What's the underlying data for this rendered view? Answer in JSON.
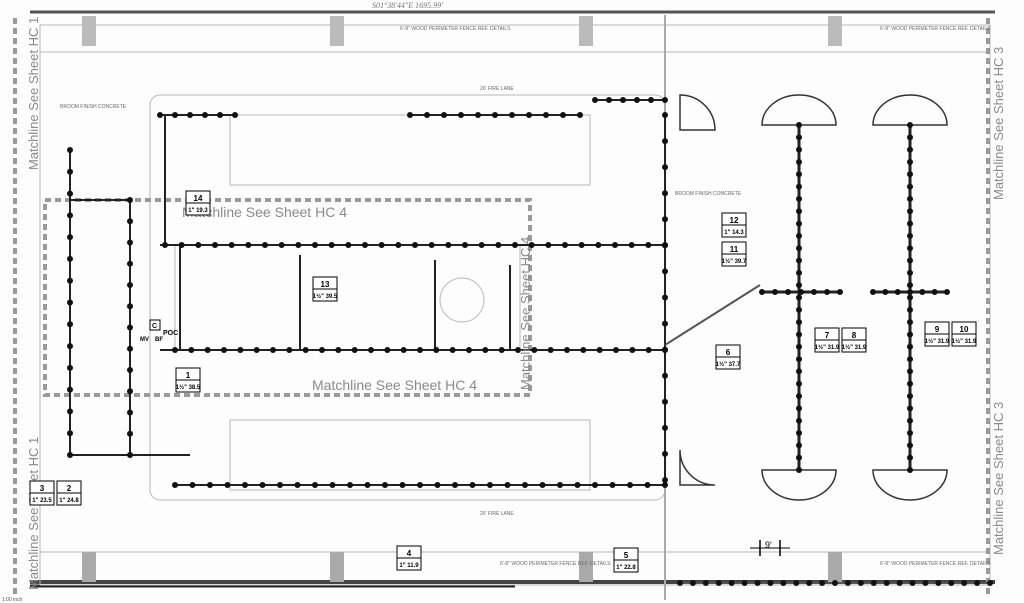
{
  "title_bearing": "S01°38'44\"E     1695.99'",
  "matchlines": {
    "top_left": "Matchline See Sheet HC 4",
    "bottom_center": "Matchline See Sheet HC 4",
    "center_vertical": "Matchline See Sheet HC 4",
    "left_vertical": "Matchline See Sheet HC 1",
    "left_vertical_top": "Matchline See Sheet HC 1",
    "right_top": "Matchline See Sheet HC 3",
    "right_bottom": "Matchline See Sheet HC 3"
  },
  "notes": {
    "fence": "6'-8\" WOOD PERIMETER FENCE REF. DETAILS",
    "fire_lane": "26' FIRE LANE",
    "broom": "BROOM FINISH CONCRETE",
    "dimension_9": "9'",
    "scale": "1:00 inch"
  },
  "labels": {
    "poc": "POC",
    "bf": "BF",
    "mv": "MV",
    "c": "C"
  },
  "zone_tags": [
    {
      "num": "1",
      "size": "1½\"",
      "gpm": "38.5"
    },
    {
      "num": "2",
      "size": "1\"",
      "gpm": "24.8"
    },
    {
      "num": "3",
      "size": "1\"",
      "gpm": "23.5"
    },
    {
      "num": "4",
      "size": "1\"",
      "gpm": "11.9"
    },
    {
      "num": "5",
      "size": "1\"",
      "gpm": "22.8"
    },
    {
      "num": "6",
      "size": "1½\"",
      "gpm": "37.7"
    },
    {
      "num": "7",
      "size": "1½\"",
      "gpm": "31.9"
    },
    {
      "num": "8",
      "size": "1½\"",
      "gpm": "31.9"
    },
    {
      "num": "9",
      "size": "1½\"",
      "gpm": "31.9"
    },
    {
      "num": "10",
      "size": "1½\"",
      "gpm": "31.9"
    },
    {
      "num": "11",
      "size": "1½\"",
      "gpm": "39.7"
    },
    {
      "num": "12",
      "size": "1\"",
      "gpm": "14.3"
    },
    {
      "num": "13",
      "size": "1½\"",
      "gpm": "39.5"
    },
    {
      "num": "14",
      "size": "1\"",
      "gpm": "19.3"
    }
  ]
}
